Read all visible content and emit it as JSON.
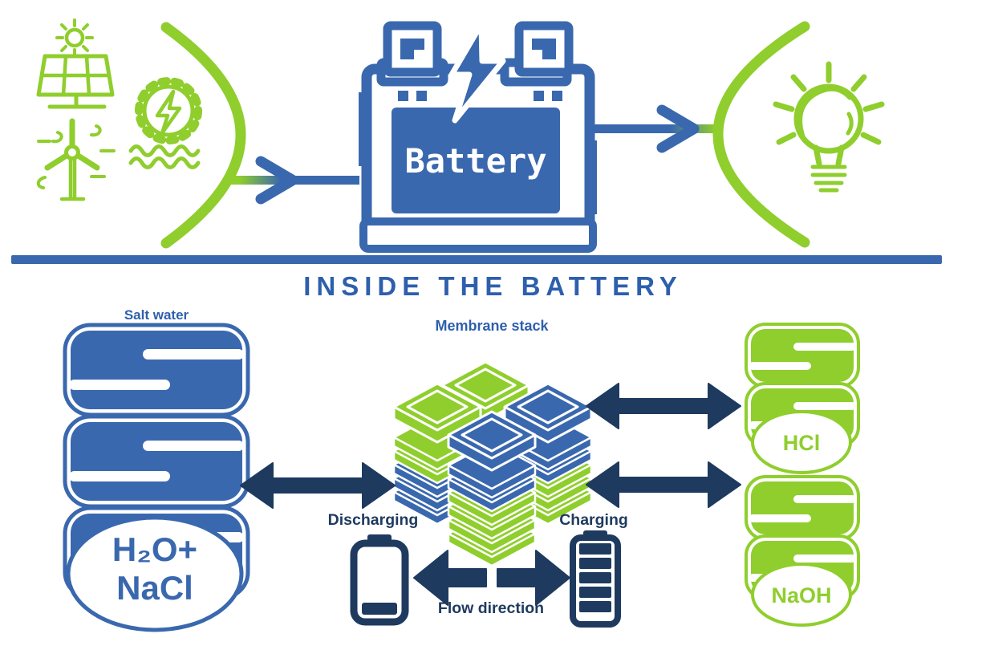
{
  "colors": {
    "blue": "#3a68ae",
    "green": "#8fce2d",
    "navy": "#1e3a5f",
    "label_blue": "#2e5fad"
  },
  "icons": [
    "sun-icon",
    "solar-panel-icon",
    "wind-turbine-icon",
    "hydro-gear-icon",
    "lightning-bolt-icon",
    "battery-icon",
    "energy-in-arrow-icon",
    "energy-out-arrow-icon",
    "lightbulb-icon",
    "membrane-stack-icon",
    "salt-water-tank-icon",
    "hcl-tank-icon",
    "naoh-tank-icon",
    "double-arrow-icon",
    "discharging-battery-icon",
    "charging-battery-icon",
    "flow-direction-arrow-icons"
  ],
  "top_section": {
    "battery_label": "Battery"
  },
  "title": "INSIDE THE BATTERY",
  "inside_section": {
    "salt_tank": {
      "label": "Salt water",
      "contents_line1": "H₂O+",
      "contents_line2": "NaCl"
    },
    "membrane_stack": {
      "label": "Membrane stack"
    },
    "acid_tank": {
      "label": "HCl"
    },
    "base_tank": {
      "label": "NaOH"
    },
    "discharging_label": "Discharging",
    "charging_label": "Charging",
    "flow_direction_label": "Flow direction"
  }
}
